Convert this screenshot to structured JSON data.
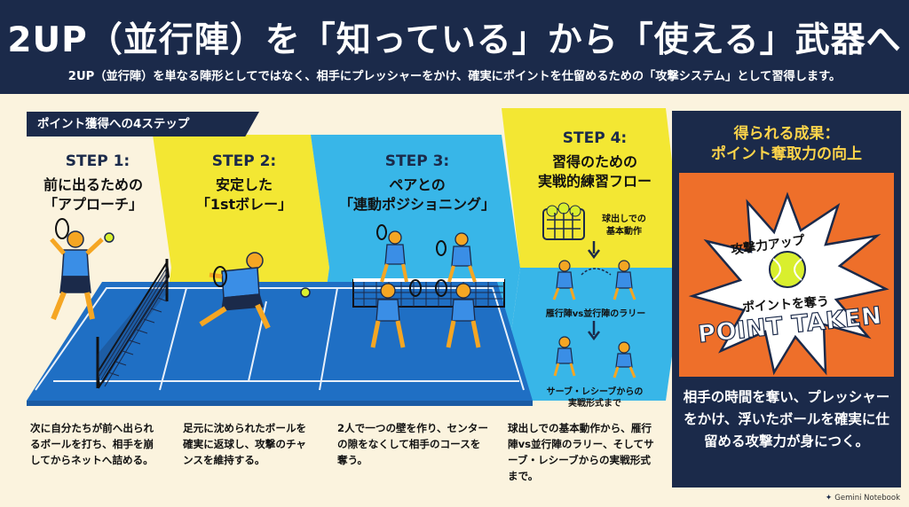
{
  "header": {
    "title": "2UP（並行陣）を「知っている」から「使える」武器へ",
    "subtitle": "2UP（並行陣）を単なる陣形としてではなく、相手にプレッシャーをかけ、確実にポイントを仕留めるための「攻撃システム」として習得します。"
  },
  "steps_tag": "ポイント獲得への4ステップ",
  "steps": [
    {
      "num": "STEP 1:",
      "line1": "前に出るための",
      "line2": "「アプローチ」",
      "line3": "",
      "desc": "次に自分たちが前へ出られるボールを打ち、相手を崩してからネットへ詰める。"
    },
    {
      "num": "STEP 2:",
      "line1": "安定した",
      "line2": "「1stボレー」",
      "line3": "",
      "desc": "足元に沈められたボールを確実に返球し、攻撃のチャンスを維持する。"
    },
    {
      "num": "STEP 3:",
      "line1": "ペアとの",
      "line2": "「連動ポジショニング」",
      "line3": "",
      "desc": "2人で一つの壁を作り、センターの隙をなくして相手のコースを奪う。"
    },
    {
      "num": "STEP 4:",
      "line1": "習得のための",
      "line2": "実戦的練習フロー",
      "line3": "",
      "desc": "球出しでの基本動作から、雁行陣vs並行陣のラリー、そしてサーブ・レシーブからの実戦形式まで。"
    }
  ],
  "flow": {
    "item1_line1": "球出しでの",
    "item1_line2": "基本動作",
    "item2": "雁行陣vs並行陣のラリー",
    "item3_line1": "サーブ・レシーブからの",
    "item3_line2": "実戦形式まで"
  },
  "result": {
    "title_line1": "得られる成果：",
    "title_line2": "ポイント奪取力の向上",
    "burst_top": "攻撃力アップ",
    "burst_mid": "ポイントを奪う",
    "burst_big": "POINT TAKEN",
    "desc": "相手の時間を奪い、プレッシャーをかけ、浮いたボールを確実に仕留める攻撃力が身につく。"
  },
  "logo": "Gemini Notebook",
  "colors": {
    "navy": "#1b2a4a",
    "yellow": "#f3e733",
    "sky": "#38b6e8",
    "court_blue": "#1f6fc4",
    "orange": "#ee6f2a",
    "cream": "#fbf3de"
  }
}
